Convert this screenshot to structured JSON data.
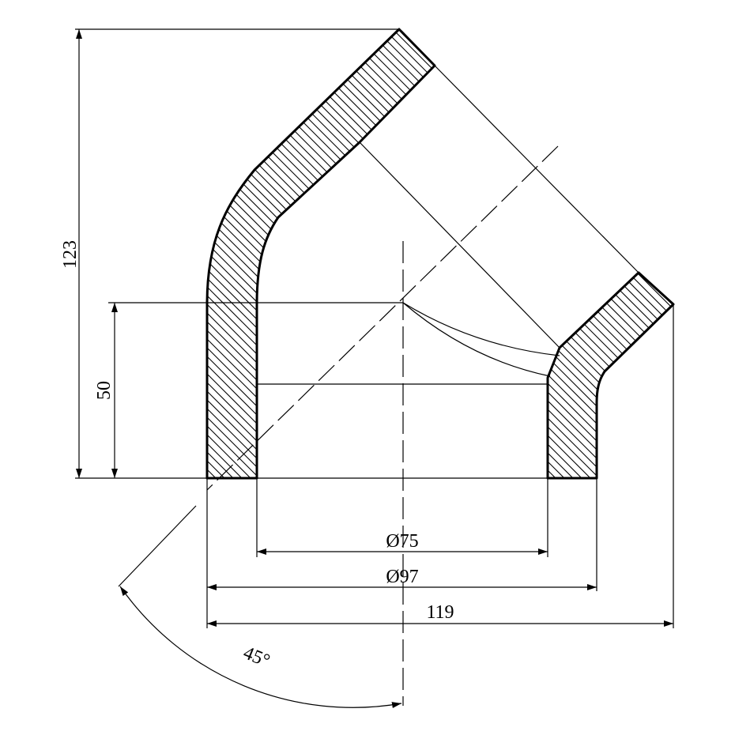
{
  "dimensions": {
    "height_total": "123",
    "height_socket": "50",
    "inner_diameter": "Ø75",
    "outer_diameter": "Ø97",
    "width_total": "119",
    "angle": "45°"
  },
  "colors": {
    "line": "#000000",
    "background": "#ffffff"
  }
}
